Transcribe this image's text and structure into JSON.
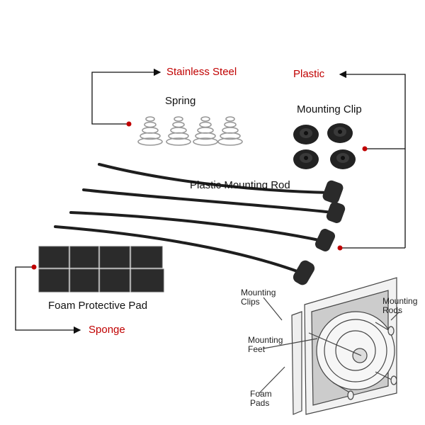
{
  "callouts": {
    "stainless_steel": "Stainless Steel",
    "plastic": "Plastic",
    "sponge": "Sponge"
  },
  "parts": {
    "spring": "Spring",
    "mounting_clip": "Mounting Clip",
    "plastic_mounting_rod": "Plastic Mounting Rod",
    "foam_protective_pad": "Foam Protective Pad"
  },
  "diagram": {
    "mounting_clips": "Mounting\nClips",
    "mounting_feet": "Mounting\nFeet",
    "foam_pads": "Foam\nPads",
    "mounting_rods": "Mounting\nRods"
  },
  "colors": {
    "accent": "#c00000",
    "line": "#111111"
  }
}
